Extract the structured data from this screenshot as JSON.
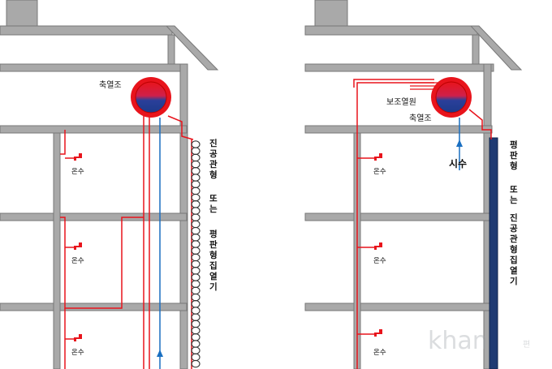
{
  "left": {
    "tank_label": "축열조",
    "hot_water_label": "온수",
    "collector_label_top": "진공관형",
    "collector_label_mid": "또는",
    "collector_label_bottom": "평판형집열기"
  },
  "right": {
    "aux_heat_label": "보조열원",
    "tank_label": "축열조",
    "cold_water_label": "시수",
    "hot_water_label": "온수",
    "collector_label_top": "평판형",
    "collector_label_mid": "또는",
    "collector_label_bottom": "진공관형집열기"
  },
  "watermark": {
    "logo_text": "khan",
    "suffix": "편"
  },
  "colors": {
    "structure": "#a9a9a9",
    "structure_edge": "#777777",
    "hot_pipe": "#e8141c",
    "cold_pipe": "#1a6fc1",
    "panel": "#1f3b73",
    "tank_red": "#e8141c",
    "tank_blue": "#1d3a8a"
  }
}
